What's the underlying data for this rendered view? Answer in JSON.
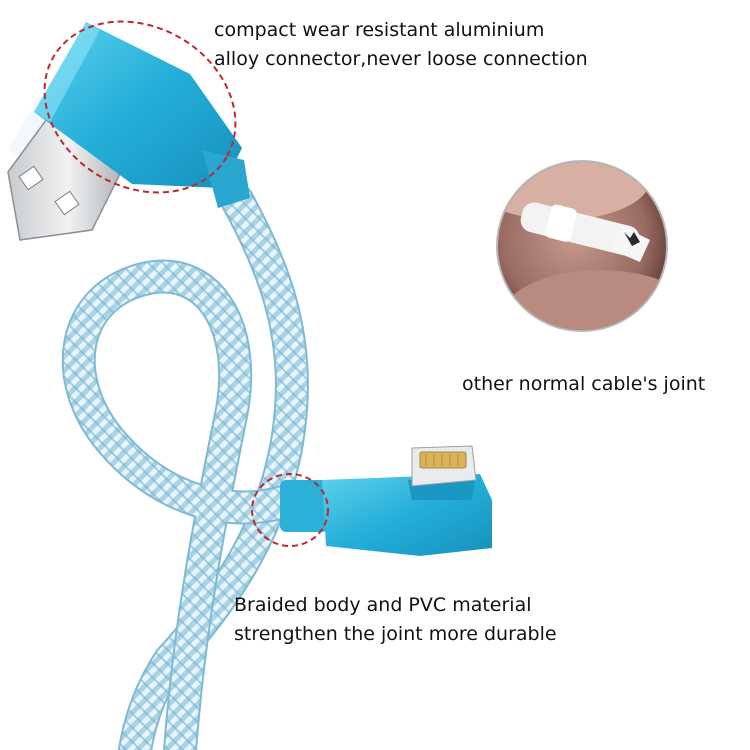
{
  "captions": {
    "connector": {
      "line1": "compact wear resistant aluminium",
      "line2": "alloy connector,never loose connection"
    },
    "other_joint": "other normal cable's joint",
    "braided": {
      "line1": "Braided body and PVC material",
      "line2": "strengthen the joint more durable"
    }
  },
  "icons": {
    "usb_connector": "usb-a-connector-icon",
    "lightning_connector": "lightning-connector-icon",
    "broken_cable_photo": "frayed-cable-photo-icon"
  },
  "colors": {
    "connector_blue": "#2fb6dc",
    "braid_blue": "#8fc6df",
    "highlight_red": "#c0272d"
  }
}
